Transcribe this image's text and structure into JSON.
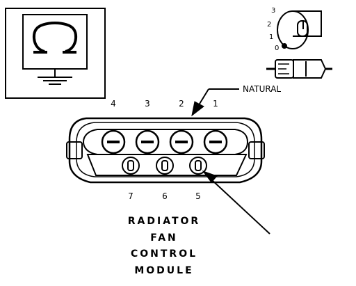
{
  "connector": {
    "upper_pins": [
      "4",
      "3",
      "2",
      "1"
    ],
    "lower_pins": [
      "7",
      "6",
      "5"
    ],
    "color_label": "NATURAL"
  },
  "title_lines": [
    "RADIATOR",
    "FAN",
    "CONTROL",
    "MODULE"
  ],
  "key_positions": [
    "3",
    "2",
    "1",
    "0"
  ],
  "icons": {
    "ground_symbol": "ground-box-icon",
    "ignition": "ignition-key-icon"
  },
  "colors": {
    "ink": "#000000",
    "paper": "#ffffff"
  }
}
